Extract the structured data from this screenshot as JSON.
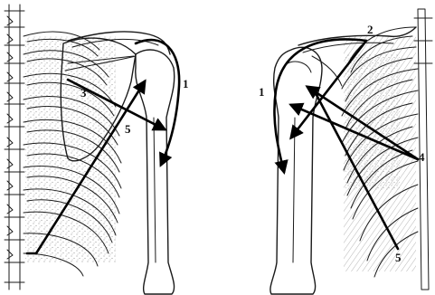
{
  "figure": {
    "left_panel": {
      "view": "posterior",
      "labels": [
        {
          "id": "1",
          "text": "1"
        },
        {
          "id": "3",
          "text": "3"
        },
        {
          "id": "5",
          "text": "5"
        }
      ]
    },
    "right_panel": {
      "view": "anterior",
      "labels": [
        {
          "id": "1",
          "text": "1"
        },
        {
          "id": "2",
          "text": "2"
        },
        {
          "id": "4",
          "text": "4"
        },
        {
          "id": "5",
          "text": "5"
        }
      ]
    },
    "colors": {
      "ink": "#1a1a1a",
      "arrow": "#000000",
      "stipple": "#555555",
      "paper": "#ffffff"
    }
  }
}
